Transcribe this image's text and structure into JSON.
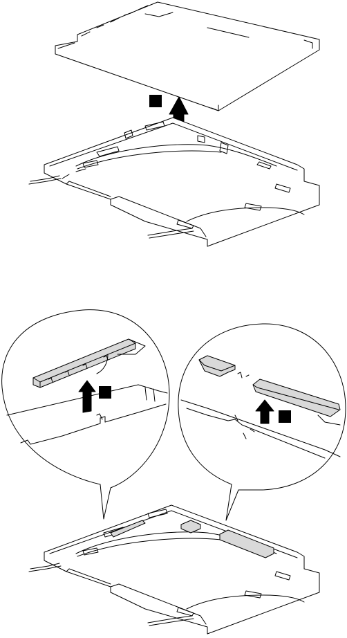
{
  "steps": [
    {
      "id": 1,
      "label": ""
    },
    {
      "id": 2,
      "label": ""
    },
    {
      "id": 3,
      "label": ""
    }
  ],
  "colors": {
    "line": "#000000",
    "fill": "#ffffff",
    "part_gray": "#d9d9d9",
    "part_dark": "#888888",
    "badge": "#000000"
  },
  "icons": [
    "up-arrow-icon",
    "step-badge"
  ]
}
